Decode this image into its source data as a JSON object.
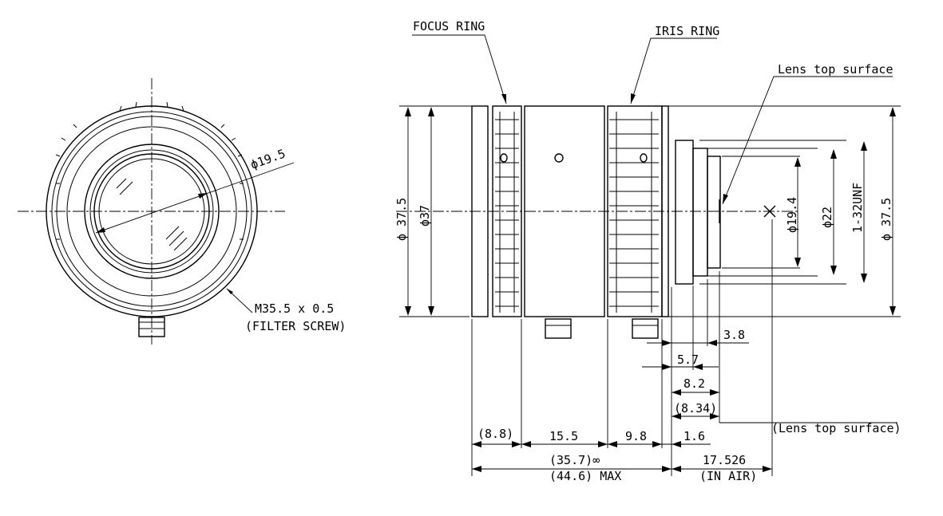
{
  "labels": {
    "focus_ring": "FOCUS RING",
    "iris_ring": "IRIS RING",
    "lens_top_surface": "Lens top surface",
    "lens_top_surface_paren": "(Lens top surface)",
    "filter_thread": "M35.5 x 0.5",
    "filter_screw": "(FILTER SCREW)"
  },
  "front_view": {
    "glass_diameter": "ϕ19.5"
  },
  "side_view": {
    "dia_outer_left": "ϕ 37.5",
    "dia_front": "ϕ37",
    "dia_inner": "ϕ19.4",
    "dia_mount": "ϕ22",
    "mount_thread": "1-32UNF",
    "dia_outer_right": "ϕ 37.5"
  },
  "dimensions": {
    "d_3_8": "3.8",
    "d_5_7": "5.7",
    "d_8_2": "8.2",
    "d_8_34": "(8.34)",
    "d_8_8": "(8.8)",
    "d_15_5": "15.5",
    "d_9_8": "9.8",
    "d_1_6": "1.6",
    "d_35_7": "(35.7)∞",
    "d_44_6": "(44.6) MAX",
    "d_17_526": "17.526",
    "in_air": "(IN AIR)"
  }
}
